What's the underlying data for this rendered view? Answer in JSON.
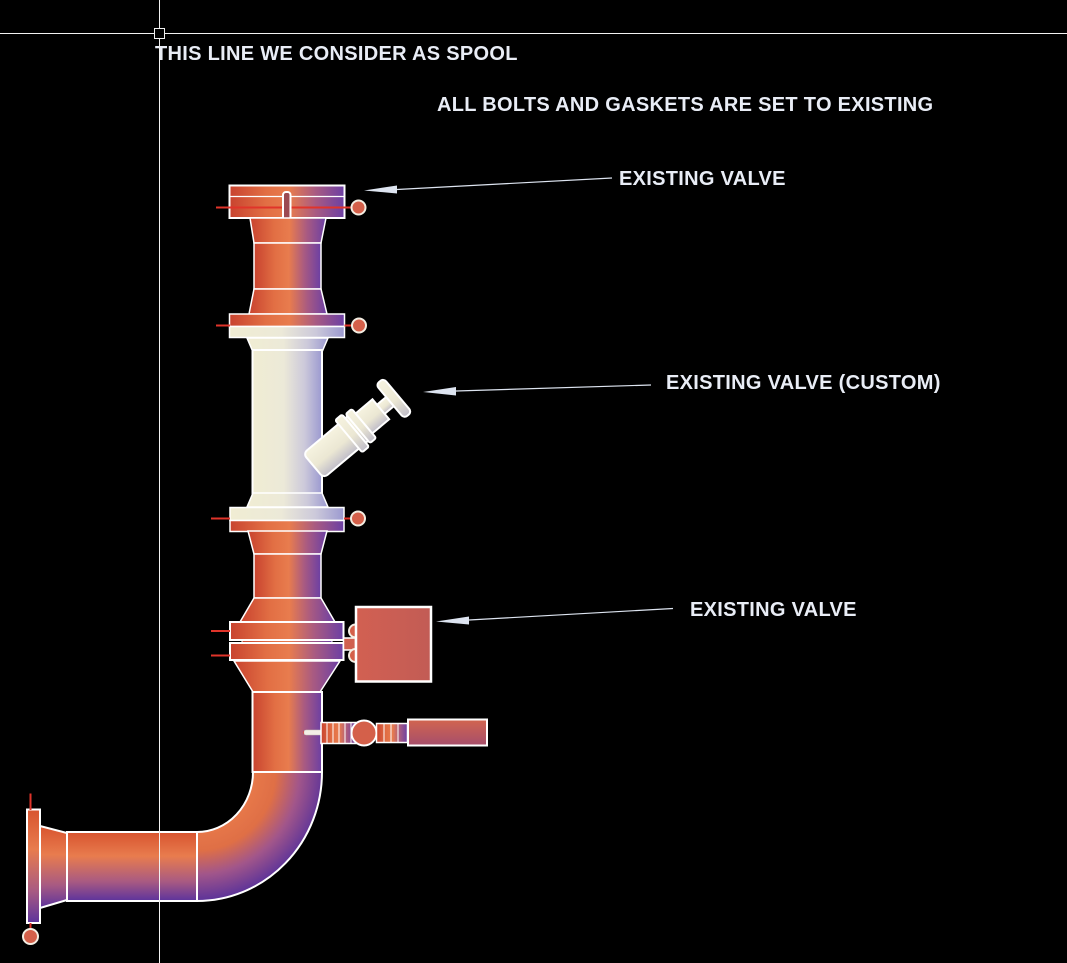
{
  "annotations": {
    "spool_note": "THIS LINE WE CONSIDER AS SPOOL",
    "bolts_note": "ALL BOLTS AND GASKETS ARE SET TO EXISTING"
  },
  "labels": [
    {
      "text": "EXISTING VALVE"
    },
    {
      "text": "EXISTING VALVE (CUSTOM)"
    },
    {
      "text": "EXISTING VALVE"
    }
  ],
  "cursor": {
    "type": "crosshair-with-pickbox"
  },
  "colors": {
    "background": "#000000",
    "annotation_text": "#e9edf6",
    "leader_line": "#dde4f0",
    "centerline_red": "#e0342a",
    "pipe_deep_red": "#c8432f",
    "pipe_orange": "#e87c4e",
    "pipe_purple": "#6b3fa4",
    "spool_cream": "#f0edd3",
    "spool_lavender": "#9b99d0",
    "valve_box_red": "#d05f52",
    "bolt_dot_red": "#d4604a",
    "outline_white": "#ffffff"
  }
}
